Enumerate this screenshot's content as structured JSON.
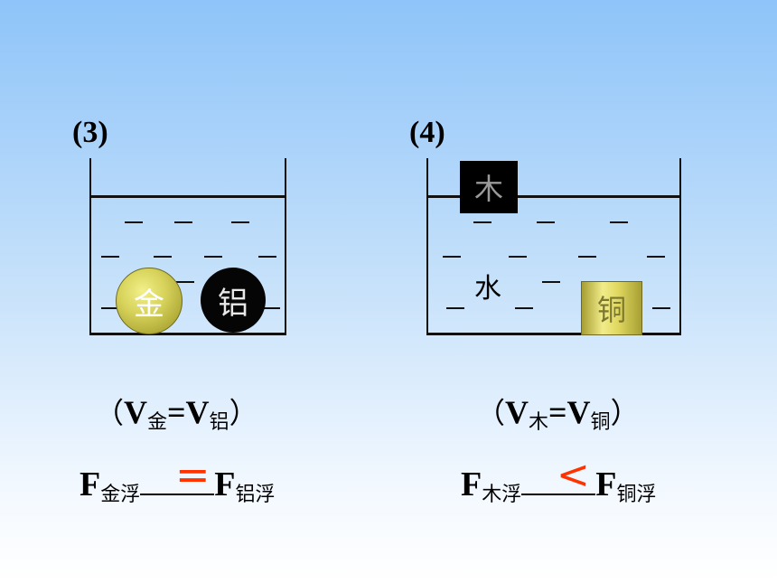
{
  "problem3": {
    "label": "(3)",
    "gold_label": "金",
    "aluminum_label": "铝",
    "volume": {
      "open": "（",
      "v1": "V",
      "s1": "金",
      "eq": "=",
      "v2": "V",
      "s2": "铝",
      "close": "）"
    },
    "force": {
      "f1": "F",
      "s1": "金浮",
      "answer": "=",
      "f2": "F",
      "s2": "铝浮"
    }
  },
  "problem4": {
    "label": "(4)",
    "wood_label": "木",
    "water_label": "水",
    "copper_label": "铜",
    "volume": {
      "open": "（",
      "v1": "V",
      "s1": "木",
      "eq": "=",
      "v2": "V",
      "s2": "铜",
      "close": "）"
    },
    "force": {
      "f1": "F",
      "s1": "木浮",
      "answer": "<",
      "f2": "F",
      "s2": "铜浮"
    }
  },
  "colors": {
    "answer": "#ff3300",
    "gold": "#d6d25a",
    "aluminum": "#050505"
  }
}
